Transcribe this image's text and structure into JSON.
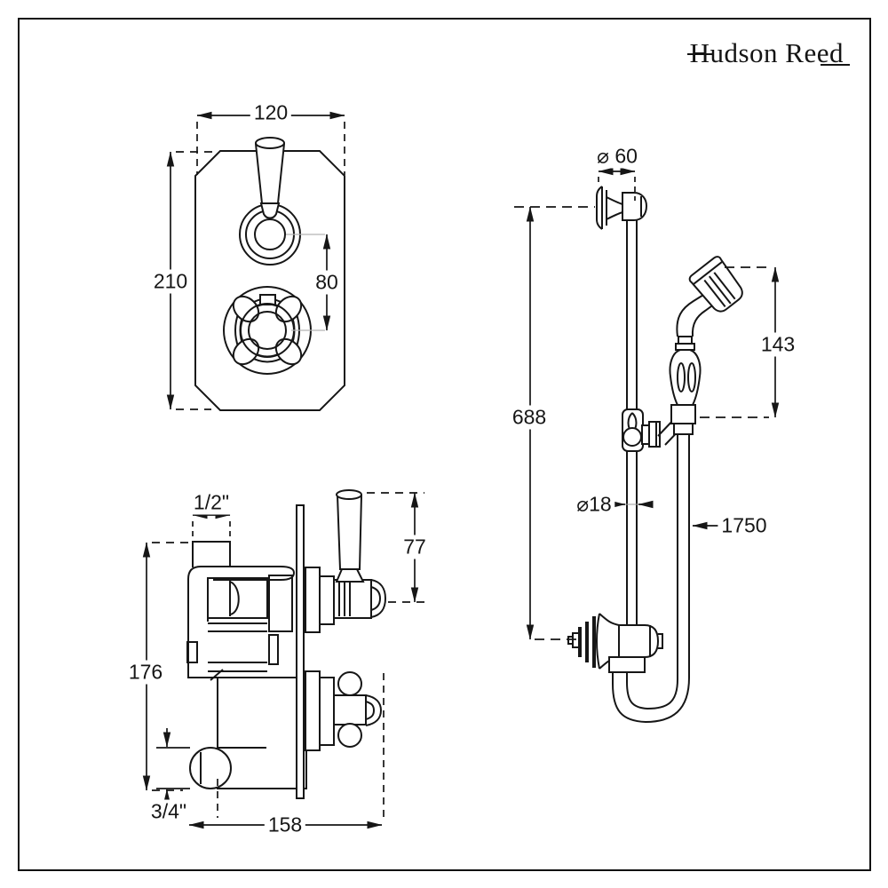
{
  "brand": {
    "logo": "Hudson Reed"
  },
  "colors": {
    "ink": "#161616",
    "background": "#ffffff",
    "leader_gray": "#b3b3b3"
  },
  "figures": {
    "faceplate_front": {
      "dims": {
        "width": "120",
        "height": "210",
        "control_spacing": "80"
      }
    },
    "valve_side": {
      "dims": {
        "inlet": "1/2\"",
        "lever_height": "77",
        "body_height": "176",
        "outlet": "3/4\"",
        "depth": "158"
      }
    },
    "slide_rail": {
      "dims": {
        "bracket_diameter": "⌀ 60",
        "handset_length": "143",
        "rail_length": "688",
        "rail_diameter": "⌀18",
        "hose_length": "1750"
      }
    }
  }
}
